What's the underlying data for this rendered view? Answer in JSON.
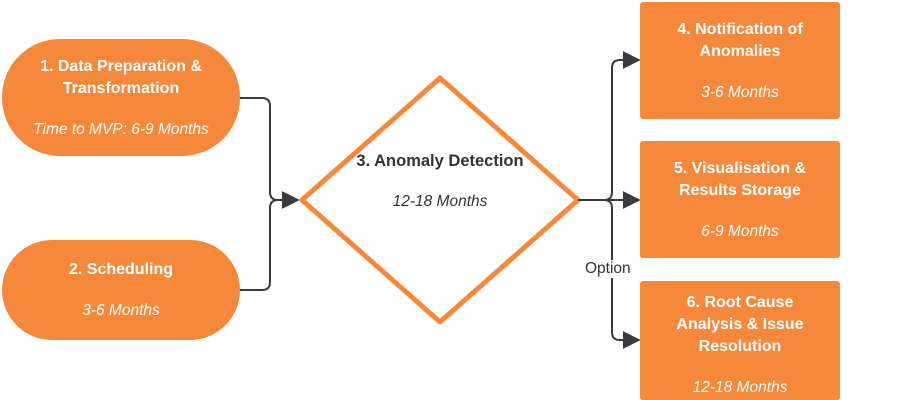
{
  "colors": {
    "node_fill": "#f5883b",
    "node_text": "#ffffff",
    "diamond_stroke": "#f5883b",
    "connector": "#3a3a3a",
    "diamond_text": "#333333"
  },
  "nodes": {
    "data_prep": {
      "title_line1": "1. Data Preparation &",
      "title_line2": "Transformation",
      "duration": "Time to MVP: 6-9 Months"
    },
    "scheduling": {
      "title": "2. Scheduling",
      "duration": "3-6 Months"
    },
    "anomaly_detection": {
      "title": "3. Anomaly Detection",
      "duration": "12-18 Months"
    },
    "notification": {
      "title_line1": "4. Notification of",
      "title_line2": "Anomalies",
      "duration": "3-6 Months"
    },
    "visualisation": {
      "title_line1": "5. Visualisation &",
      "title_line2": "Results Storage",
      "duration": "6-9 Months"
    },
    "root_cause": {
      "title_line1": "6. Root Cause",
      "title_line2": "Analysis & Issue",
      "title_line3": "Resolution",
      "duration": "12-18 Months"
    }
  },
  "edge_labels": {
    "option": "Option"
  }
}
